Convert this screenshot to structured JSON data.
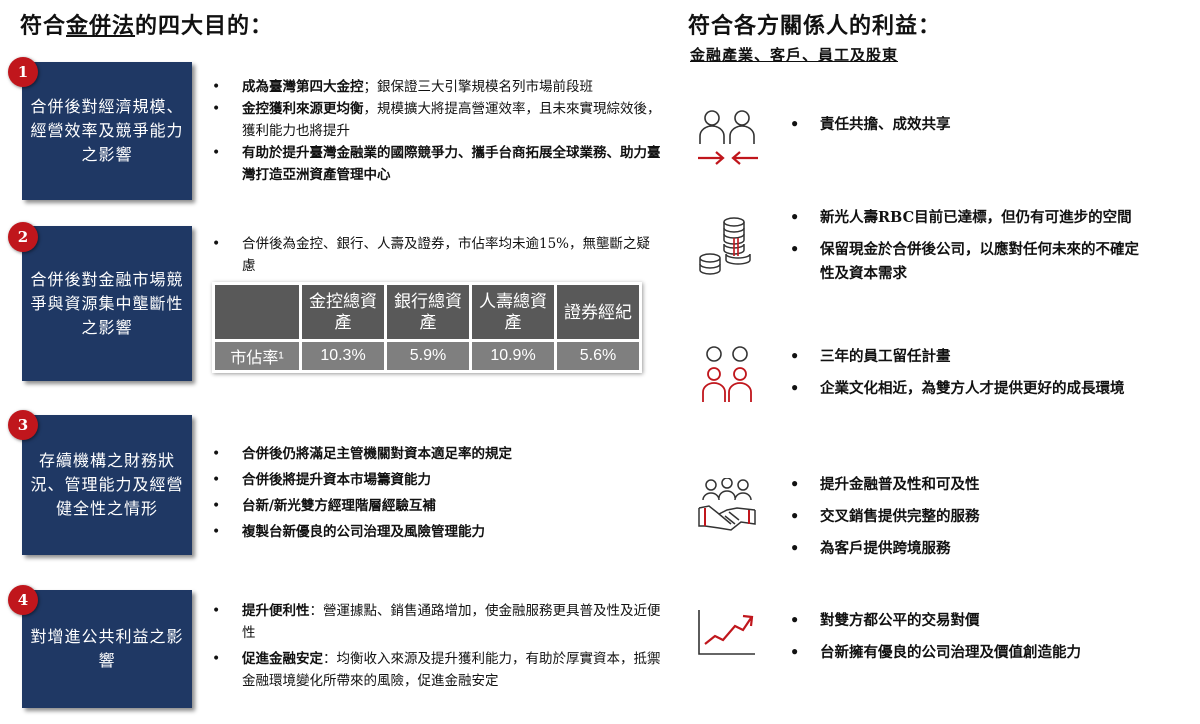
{
  "left_heading": {
    "pre": "符合",
    "underlined": "金併法",
    "post": "的四大目的："
  },
  "right_heading": "符合各方關係人的利益：",
  "right_subheading": "金融產業、客戶、員工及股東",
  "sections": [
    {
      "number": "1",
      "box": "合併後對經濟規模、經營效率及競爭能力之影響",
      "bullets": [
        {
          "bold": "成為臺灣第四大金控",
          "text": "；銀保證三大引擎規模名列市場前段班"
        },
        {
          "bold": "金控獲利來源更均衡",
          "text": "，規模擴大將提高營運效率，且未來實現綜效後，獲利能力也將提升"
        },
        {
          "bold": "有助於提升臺灣金融業的國際競爭力、攜手台商拓展全球業務、助力臺灣打造亞洲資產管理中心",
          "text": ""
        }
      ]
    },
    {
      "number": "2",
      "box": "合併後對金融市場競爭與資源集中壟斷性之影響",
      "bullets": [
        {
          "bold": "",
          "text": "合併後為金控、銀行、人壽及證券，市佔率均未逾15%，無壟斷之疑慮"
        }
      ],
      "table": {
        "headers": [
          "",
          "金控總資產",
          "銀行總資產",
          "人壽總資產",
          "證券經紀"
        ],
        "row_label": "市佔率¹",
        "values": [
          "10.3%",
          "5.9%",
          "10.9%",
          "5.6%"
        ]
      }
    },
    {
      "number": "3",
      "box": "存續機構之財務狀況、管理能力及經營健全性之情形",
      "bullets": [
        {
          "bold": "合併後仍將滿足主管機關對資本適足率的規定",
          "text": ""
        },
        {
          "bold": "合併後將提升資本市場籌資能力",
          "text": ""
        },
        {
          "bold": "台新/新光雙方經理階層經驗互補",
          "text": ""
        },
        {
          "bold": "複製台新優良的公司治理及風險管理能力",
          "text": ""
        }
      ]
    },
    {
      "number": "4",
      "box": "對增進公共利益之影響",
      "bullets": [
        {
          "bold": "提升便利性",
          "text": "：營運據點、銷售通路增加，使金融服務更具普及性及近便性"
        },
        {
          "bold": "促進金融安定",
          "text": "：均衡收入來源及提升獲利能力，有助於厚實資本，抵禦金融環境變化所帶來的風險，促進金融安定"
        }
      ]
    }
  ],
  "stakeholders": [
    {
      "icon": "people-exchange-icon",
      "points": [
        "責任共擔、成效共享"
      ]
    },
    {
      "icon": "coin-stack-icon",
      "points": [
        "新光人壽RBC目前已達標，但仍有可進步的空間",
        "保留現金於合併後公司，以應對任何未來的不確定性及資本需求"
      ]
    },
    {
      "icon": "employees-icon",
      "points": [
        "三年的員工留任計畫",
        "企業文化相近，為雙方人才提供更好的成長環境"
      ]
    },
    {
      "icon": "handshake-customers-icon",
      "points": [
        "提升金融普及性和可及性",
        "交叉銷售提供完整的服務",
        "為客戶提供跨境服務"
      ]
    },
    {
      "icon": "rising-chart-icon",
      "points": [
        "對雙方都公平的交易對價",
        "台新擁有優良的公司治理及價值創造能力"
      ]
    }
  ],
  "colors": {
    "navy": "#1f3864",
    "red": "#c0161c",
    "table_dark": "#595959",
    "table_light": "#7f7f7f"
  }
}
